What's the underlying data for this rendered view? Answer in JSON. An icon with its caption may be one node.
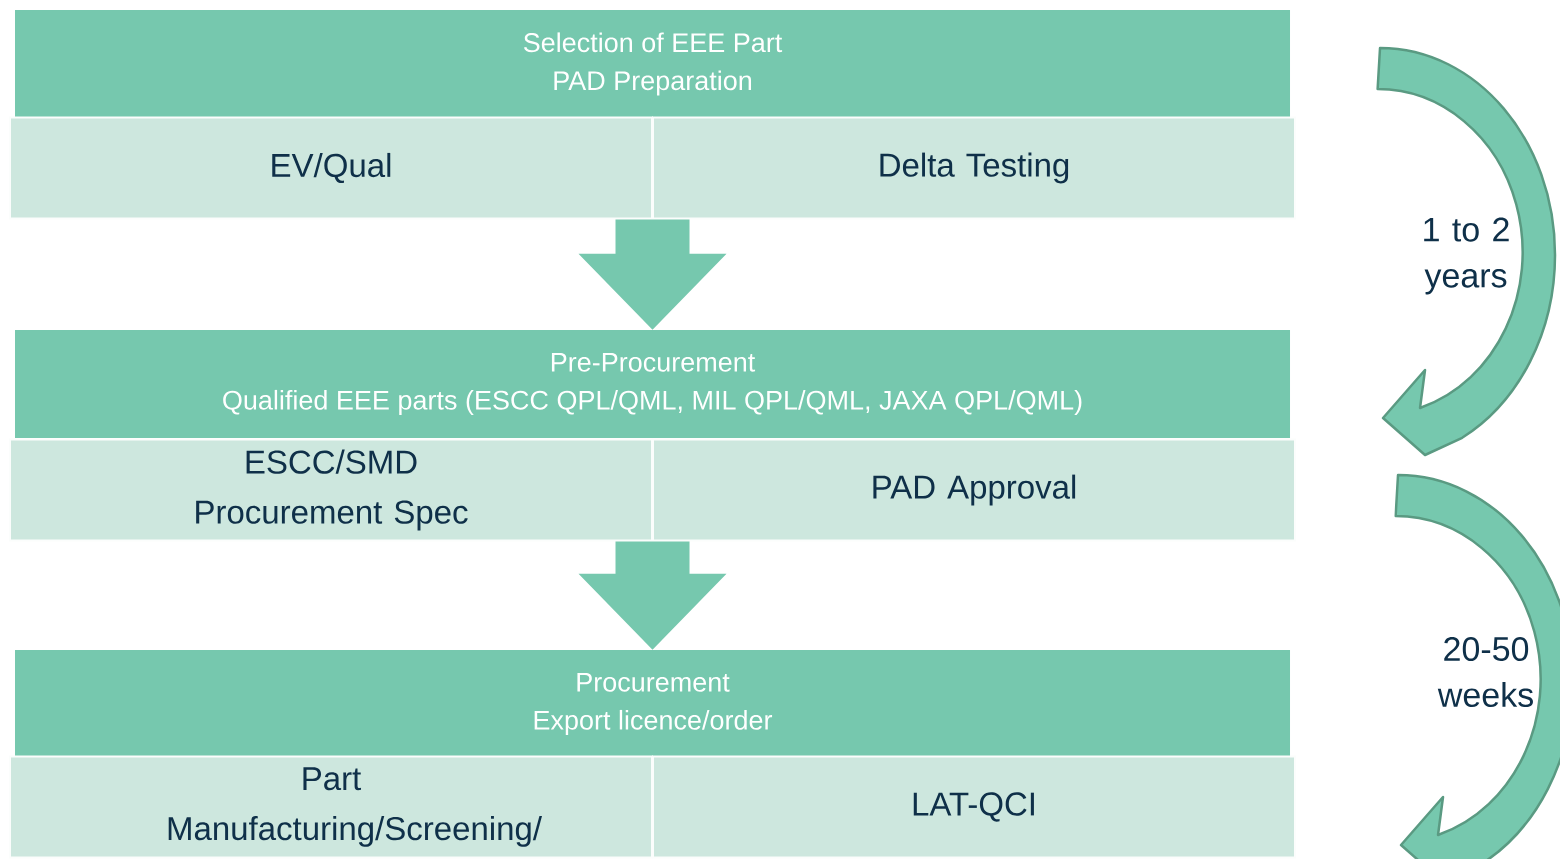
{
  "diagram": {
    "nodes": [
      {
        "text": [
          "Selection of EEE Part",
          "PAD Preparation"
        ]
      },
      {
        "text": [
          "EV/Qual"
        ]
      },
      {
        "text": [
          "Delta Testing"
        ]
      },
      {
        "text": [
          "Pre-Procurement",
          "Qualified EEE parts (ESCC QPL/QML, MIL QPL/QML, JAXA QPL/QML)"
        ]
      },
      {
        "text": [
          "ESCC/SMD Procurement Spec"
        ]
      },
      {
        "text": [
          "PAD Approval"
        ]
      },
      {
        "text": [
          "Procurement",
          "Export licence/order"
        ]
      },
      {
        "text": [
          "Part Manufacturing/Screening/"
        ]
      },
      {
        "text": [
          "LAT-QCI"
        ]
      }
    ],
    "edges": [
      {
        "from": 0,
        "to": 3,
        "arrow": "to"
      },
      {
        "from": 3,
        "to": 6,
        "arrow": "to"
      }
    ],
    "labels": [
      "1 to 2 years",
      "20-50 weeks"
    ]
  }
}
